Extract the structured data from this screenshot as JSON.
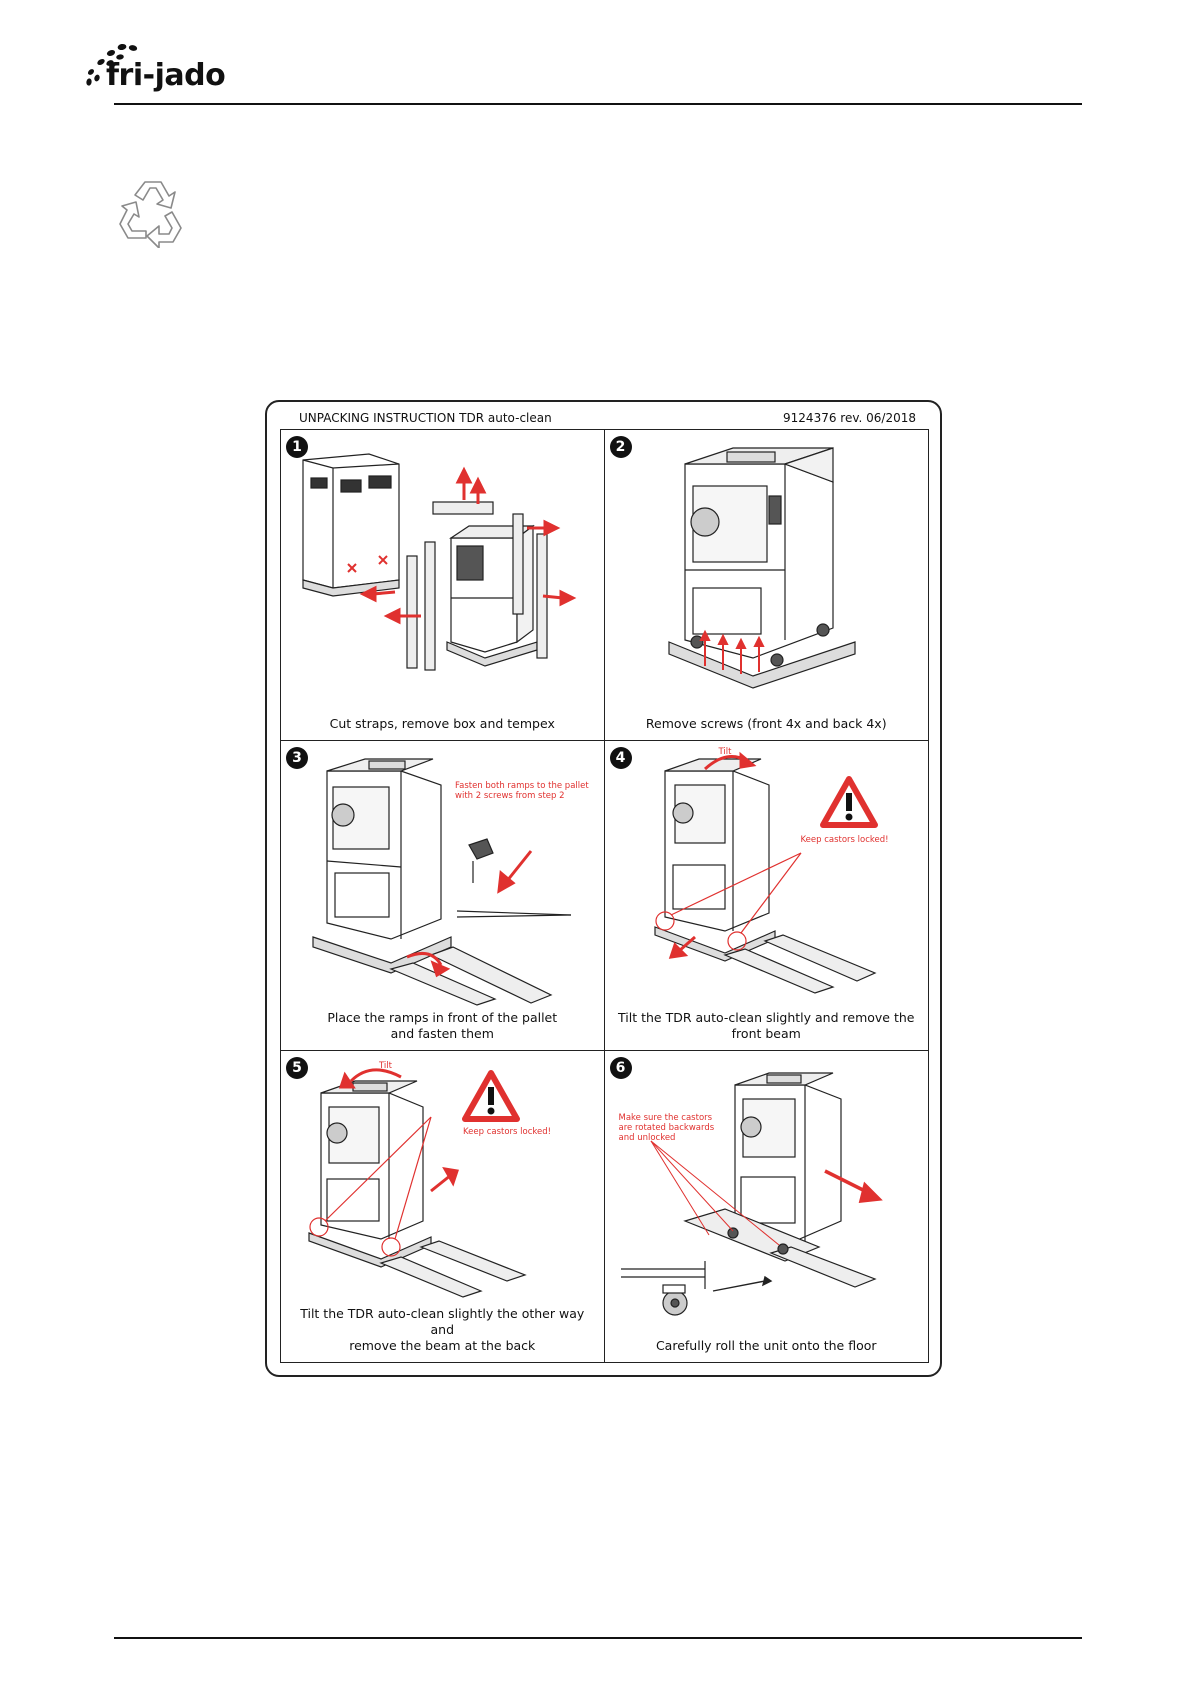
{
  "header": {
    "logo_text": "fri-jado",
    "logo_icon": "fri-jado-dots-logo",
    "recycle_icon": "recycle-icon"
  },
  "sheet": {
    "title": "UNPACKING INSTRUCTION TDR auto-clean",
    "code": "9124376 rev. 06/2018"
  },
  "panels": [
    {
      "number": "1",
      "caption": [
        "Cut straps, remove box and tempex"
      ],
      "notes": []
    },
    {
      "number": "2",
      "caption": [
        "Remove screws (front 4x and back 4x)"
      ],
      "notes": []
    },
    {
      "number": "3",
      "caption": [
        "Place the ramps in front of the pallet",
        "and fasten them"
      ],
      "notes": [
        {
          "lines": [
            "Fasten both ramps to the pallet",
            "with 2 screws from step 2"
          ]
        }
      ]
    },
    {
      "number": "4",
      "caption": [
        "Tilt the TDR auto-clean slightly and remove the",
        "front beam"
      ],
      "notes": [
        {
          "lines": [
            "Tilt"
          ]
        },
        {
          "lines": [
            "Keep castors locked!"
          ]
        }
      ]
    },
    {
      "number": "5",
      "caption": [
        "Tilt the TDR auto-clean slightly the other way and",
        "remove the beam at the back"
      ],
      "notes": [
        {
          "lines": [
            "Tilt"
          ]
        },
        {
          "lines": [
            "Keep castors locked!"
          ]
        }
      ]
    },
    {
      "number": "6",
      "caption": [
        "Carefully roll the unit onto the floor"
      ],
      "notes": [
        {
          "lines": [
            "Make sure the castors",
            "are rotated backwards",
            "and unlocked"
          ]
        }
      ]
    }
  ],
  "colors": {
    "accent_red": "#e0312f",
    "line": "#222222"
  }
}
